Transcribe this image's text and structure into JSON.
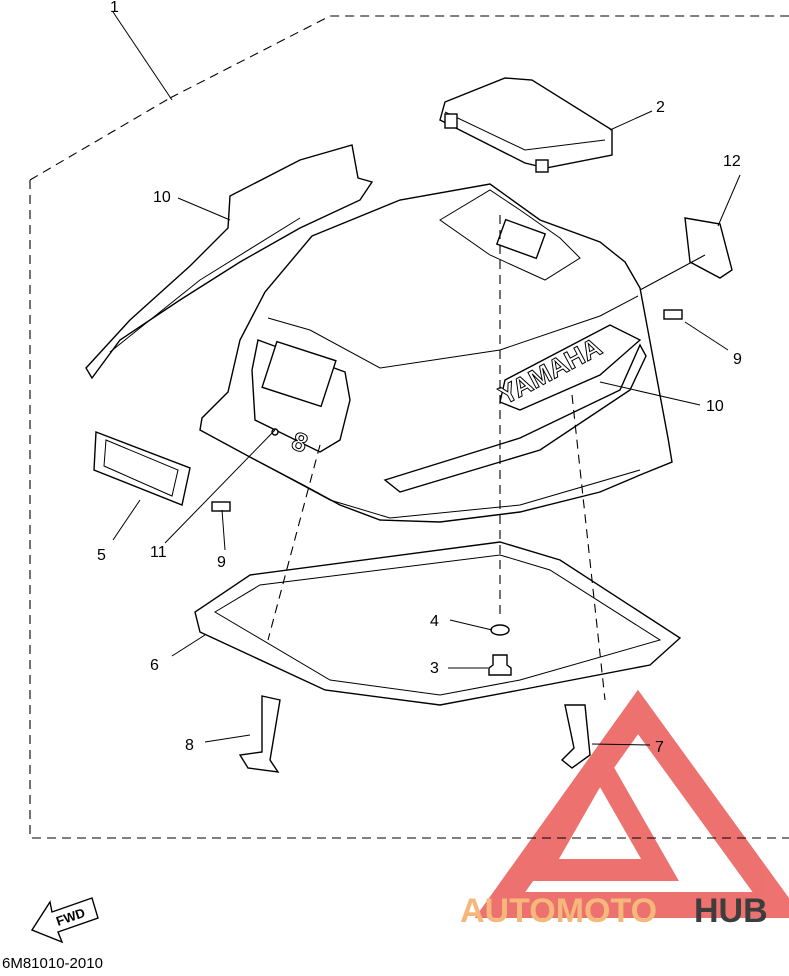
{
  "callouts": [
    "1",
    "2",
    "3",
    "4",
    "5",
    "6",
    "7",
    "8",
    "9",
    "9",
    "10",
    "10",
    "11",
    "12"
  ],
  "fwd_label": "FWD",
  "brand_text": "YAMAHA",
  "badge_text": "8",
  "drawing_code": "6M81010-2010",
  "watermark": {
    "part1": "AUTOMOTO",
    "part2": "HUB",
    "color1": "#f5b87a",
    "color2": "#3d3d3d",
    "logo_color": "#e8433f"
  }
}
